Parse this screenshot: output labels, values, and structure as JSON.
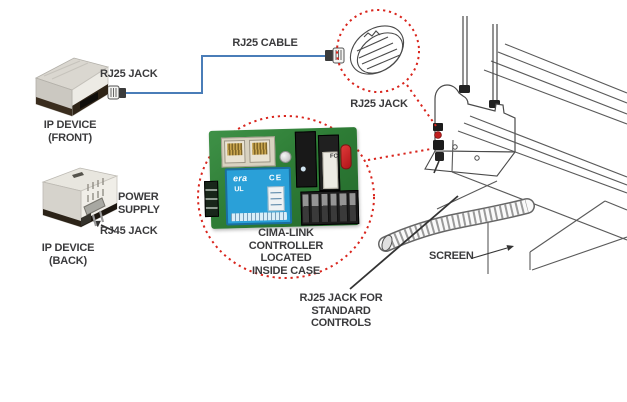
{
  "colors": {
    "callout_red": "#d9251d",
    "cable_blue": "#4a7db8",
    "label_text": "#3b3b3d",
    "pcb_green": "#2e7d36",
    "transformer_blue": "#2aa0d8"
  },
  "labels": {
    "rj25_cable": "RJ25 CABLE",
    "rj25_jack_left": "RJ25 JACK",
    "ip_device_front": [
      "IP DEVICE",
      "(FRONT)"
    ],
    "power_supply": [
      "POWER",
      "SUPPLY"
    ],
    "rj45_jack": "RJ45 JACK",
    "ip_device_back": [
      "IP DEVICE",
      "(BACK)"
    ],
    "controller": [
      "CIMA-LINK",
      "CONTROLLER",
      "LOCATED",
      "INSIDE CASE"
    ],
    "rj25_jack_right": "RJ25 JACK",
    "screen": "SCREEN",
    "rj25_standard": [
      "RJ25 JACK FOR",
      "STANDARD",
      "CONTROLS"
    ]
  },
  "board_markings": {
    "brand": "era",
    "ul": "UL",
    "ce": "CE",
    "fc": "FC"
  }
}
